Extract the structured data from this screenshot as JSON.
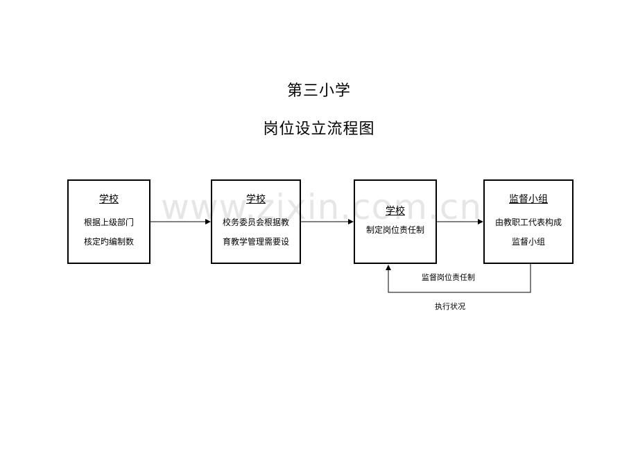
{
  "title": "第三小学",
  "subtitle": "岗位设立流程图",
  "watermark": "www.zixin.com.cn",
  "boxes": [
    {
      "head": "学校",
      "lines": [
        "根据上级部门",
        "核定旳编制数"
      ]
    },
    {
      "head": "学校",
      "lines": [
        "校务委员会根据教",
        "育教学管理需要设"
      ]
    },
    {
      "head": "学校",
      "lines": [
        "制定岗位责任制"
      ]
    },
    {
      "head": "监督小组",
      "lines": [
        "由教职工代表构成",
        "监督小组"
      ]
    }
  ],
  "feedback": {
    "top_label": "监督岗位责任制",
    "bottom_label": "执行状况"
  }
}
